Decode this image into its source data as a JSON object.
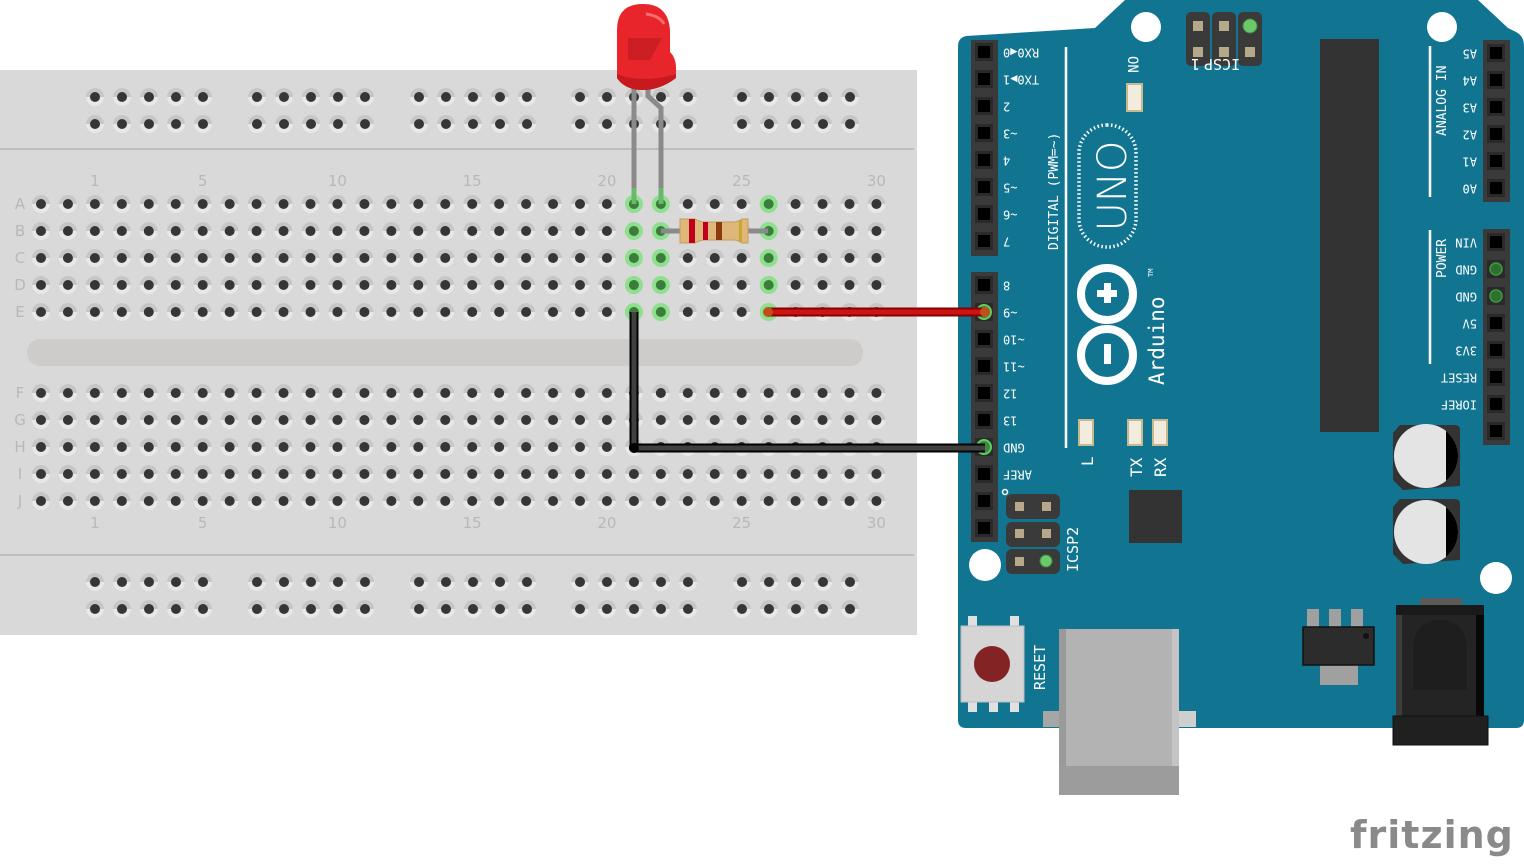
{
  "app": {
    "brand": "fritzing"
  },
  "breadboard": {
    "row_labels_top": [
      "A",
      "B",
      "C",
      "D",
      "E"
    ],
    "row_labels_bottom": [
      "F",
      "G",
      "H",
      "I",
      "J"
    ],
    "column_labels": [
      "1",
      "5",
      "10",
      "15",
      "20",
      "25",
      "30"
    ],
    "column_label_values": [
      1,
      5,
      10,
      15,
      20,
      25,
      30
    ],
    "visible_columns": 32,
    "first_visible_column": -1,
    "highlighted_holes": [
      {
        "row": "A",
        "col": 21
      },
      {
        "row": "A",
        "col": 22
      },
      {
        "row": "A",
        "col": 26
      },
      {
        "row": "B",
        "col": 21
      },
      {
        "row": "B",
        "col": 22
      },
      {
        "row": "B",
        "col": 26
      },
      {
        "row": "C",
        "col": 21
      },
      {
        "row": "C",
        "col": 22
      },
      {
        "row": "C",
        "col": 26
      },
      {
        "row": "D",
        "col": 21
      },
      {
        "row": "D",
        "col": 22
      },
      {
        "row": "D",
        "col": 26
      },
      {
        "row": "E",
        "col": 21
      },
      {
        "row": "E",
        "col": 22
      },
      {
        "row": "E",
        "col": 26
      }
    ],
    "colors": {
      "body": "#d9d9d9",
      "hole": "#363636",
      "hole_ring": "#e8e8e8",
      "label": "#b8b8b8",
      "connected": "#3c7d3c",
      "connected_glow": "#7be07b"
    }
  },
  "components": {
    "led": {
      "name": "Red LED",
      "color": "#e8252a",
      "anode_row": "A",
      "cathode_col": 21,
      "anode_col": 22
    },
    "resistor": {
      "name": "Resistor",
      "row": "B",
      "from_col": 22,
      "to_col": 26,
      "bands": [
        "#c0001a",
        "#c0001a",
        "#8b3a0f",
        "#c8a82a"
      ]
    },
    "wires": [
      {
        "name": "red-wire",
        "color": "#cc1111",
        "from": "E26",
        "to": "Arduino D9"
      },
      {
        "name": "black-wire",
        "color": "#333333",
        "from": "E21",
        "to": "Arduino GND"
      }
    ]
  },
  "arduino": {
    "board_color": "#117592",
    "model": "UNO",
    "brand": "Arduino",
    "trademark": "TM",
    "digital_header_label": "DIGITAL (PWM=~)",
    "digital_pins": [
      "RX0◀0",
      "TX0▶1",
      "2",
      "~3",
      "4",
      "~5",
      "~6",
      "7"
    ],
    "digital_pins_2": [
      "8",
      "~9",
      "~10",
      "~11",
      "12",
      "13",
      "GND",
      "AREF",
      "",
      ""
    ],
    "analog_header_label": "ANALOG IN",
    "analog_pins": [
      "A5",
      "A4",
      "A3",
      "A2",
      "A1",
      "A0"
    ],
    "power_header_label": "POWER",
    "power_pins": [
      "VIN",
      "GND",
      "GND",
      "5V",
      "3V3",
      "RESET",
      "IOREF",
      ""
    ],
    "leds": {
      "on": "ON",
      "l": "L",
      "tx": "TX",
      "rx": "RX"
    },
    "icsp_label": "ICSP",
    "icsp_pin1": "1",
    "icsp2_label": "ICSP2",
    "reset_label": "RESET",
    "connected_pins": [
      "~9",
      "GND"
    ]
  }
}
